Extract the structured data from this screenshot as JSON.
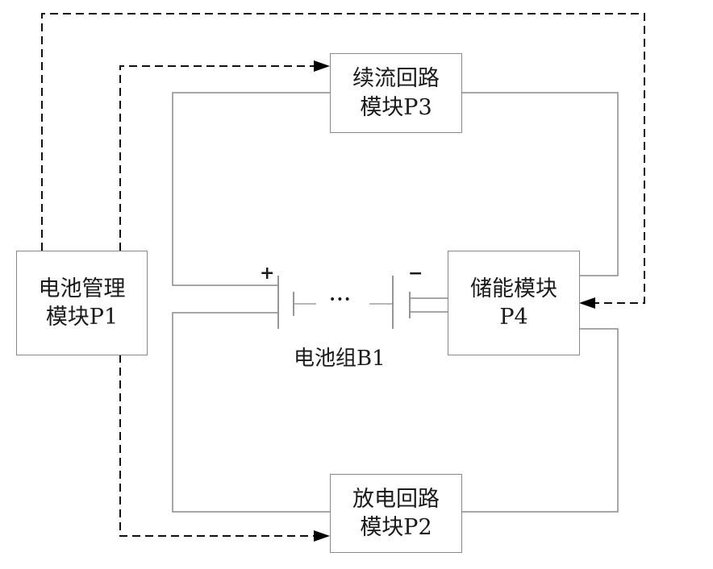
{
  "diagram": {
    "modules": {
      "p1": {
        "line1": "电池管理",
        "line2": "模块P1"
      },
      "p2": {
        "line1": "放电回路",
        "line2": "模块P2"
      },
      "p3": {
        "line1": "续流回路",
        "line2": "模块P3"
      },
      "p4": {
        "line1": "储能模块",
        "line2": "P4"
      }
    },
    "battery": {
      "label": "电池组B1",
      "plus": "+",
      "minus": "−",
      "ellipsis": "•••"
    },
    "connections": [
      {
        "from": "P1",
        "to": "P3",
        "style": "dashed",
        "type": "control"
      },
      {
        "from": "P1",
        "to": "P2",
        "style": "dashed",
        "type": "control"
      },
      {
        "from": "P1",
        "to": "P4",
        "style": "dashed",
        "type": "control"
      },
      {
        "from": "B1+",
        "to": "P3",
        "style": "solid",
        "type": "power"
      },
      {
        "from": "P3",
        "to": "P4",
        "style": "solid",
        "type": "power"
      },
      {
        "from": "B1+",
        "to": "P2",
        "style": "solid",
        "type": "power"
      },
      {
        "from": "P2",
        "to": "P4",
        "style": "solid",
        "type": "power"
      },
      {
        "from": "B1-",
        "to": "P4",
        "style": "solid",
        "type": "power"
      }
    ]
  }
}
